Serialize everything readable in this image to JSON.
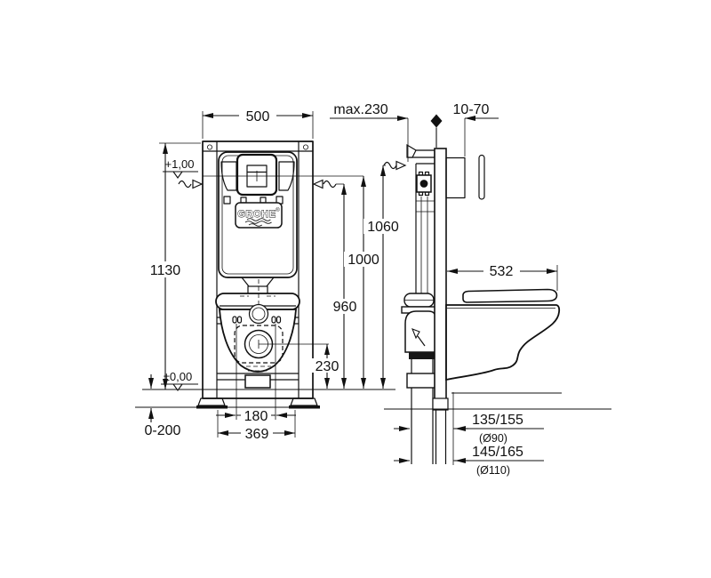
{
  "drawing": {
    "brand": {
      "name": "GROHE",
      "mark": "®"
    },
    "front_view": {
      "width": "500",
      "height": "1130",
      "upper_level": "+1,00",
      "floor_level": "±0,00",
      "foot_adjust": "0-200",
      "bolt_spacing": "180",
      "base_width": "369",
      "drain_height": "230",
      "supply_height": "960",
      "plate_center_height": "1000",
      "top_connection_height": "1060"
    },
    "side_view": {
      "frame_depth": "max.230",
      "actuator_range": "10-70",
      "bowl_depth": "532",
      "drain_offset_small": "135/155",
      "drain_pipe_small": "(Ø90)",
      "drain_offset_large": "145/165",
      "drain_pipe_large": "(Ø110)"
    }
  }
}
